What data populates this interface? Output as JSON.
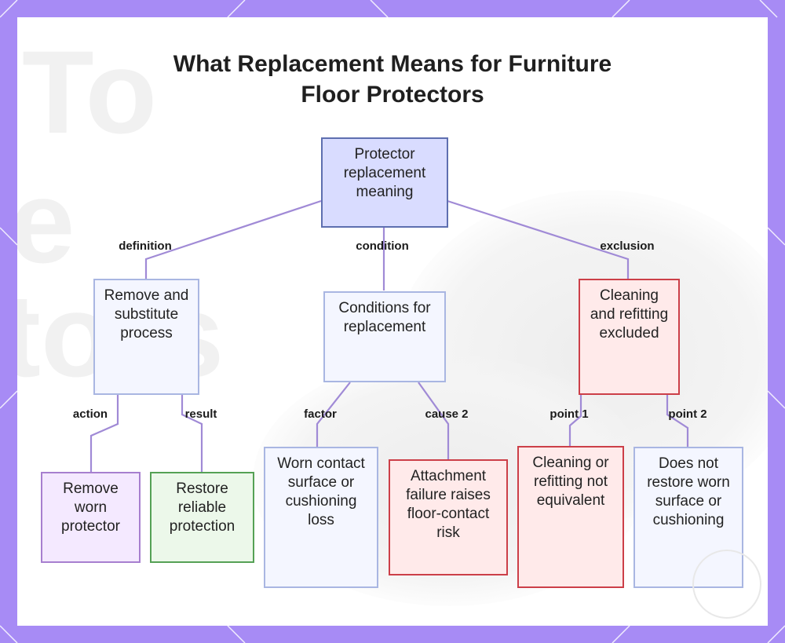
{
  "title": {
    "line1": "What Replacement Means for Furniture",
    "line2": "Floor Protectors"
  },
  "background_text": {
    "line1": "To",
    "line2": "e",
    "line3": "tors"
  },
  "colors": {
    "frame": "#a78bf5",
    "edge": "#a08ad6",
    "root_fill": "#d9dcff",
    "blue_fill": "#f4f6ff",
    "purple_fill": "#f4e9ff",
    "green_fill": "#ecf8ea",
    "red_fill": "#ffeaea",
    "red_border": "#cc3f48"
  },
  "nodes": {
    "root": "Protector replacement meaning",
    "remove_substitute": "Remove and substitute process",
    "conditions": "Conditions for replacement",
    "cleaning_excluded": "Cleaning and refitting excluded",
    "remove_worn": "Remove worn protector",
    "restore_reliable": "Restore reliable protection",
    "worn_contact": "Worn contact surface or cushioning loss",
    "attachment_failure": "Attachment failure raises floor-contact risk",
    "cleaning_not_equivalent": "Cleaning or refitting not equivalent",
    "does_not_restore": "Does not restore worn surface or cushioning"
  },
  "edge_labels": {
    "definition": "definition",
    "condition": "condition",
    "exclusion": "exclusion",
    "action": "action",
    "result": "result",
    "factor": "factor",
    "cause2": "cause 2",
    "point1": "point 1",
    "point2": "point 2"
  }
}
